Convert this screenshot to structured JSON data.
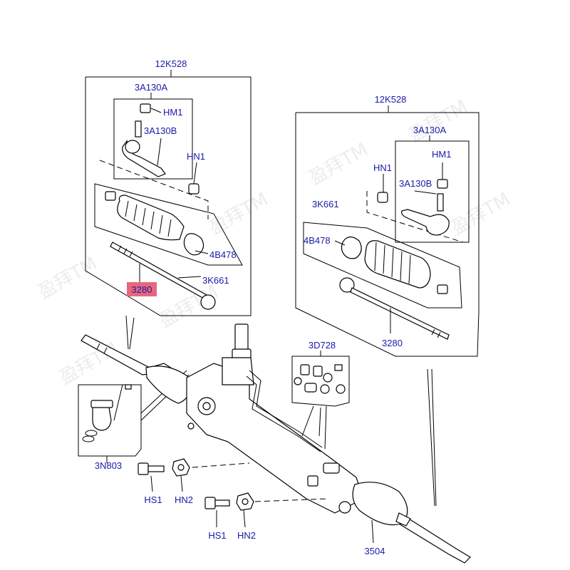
{
  "labels": {
    "left_assembly": "12K528",
    "left_tie_rod_end": "3A130A",
    "left_nut": "HM1",
    "left_tie_rod_end_body": "3A130B",
    "left_locknut": "HN1",
    "left_clip": "4B478",
    "left_boot_kit": "3K661",
    "left_inner_tie_rod": "3280",
    "right_assembly": "12K528",
    "right_tie_rod_end": "3A130A",
    "right_nut": "HM1",
    "right_locknut": "HN1",
    "right_tie_rod_end_body": "3A130B",
    "right_boot_kit": "3K661",
    "right_clip": "4B478",
    "right_inner_tie_rod": "3280",
    "seal_kit": "3D728",
    "bushing_kit": "3N803",
    "bolt_1": "HS1",
    "nut_1": "HN2",
    "bolt_2": "HS1",
    "nut_2": "HN2",
    "steering_gear": "3504"
  },
  "highlight_color": "#e8677b",
  "label_color": "#1a1aa8",
  "watermark": "盈拜TM"
}
